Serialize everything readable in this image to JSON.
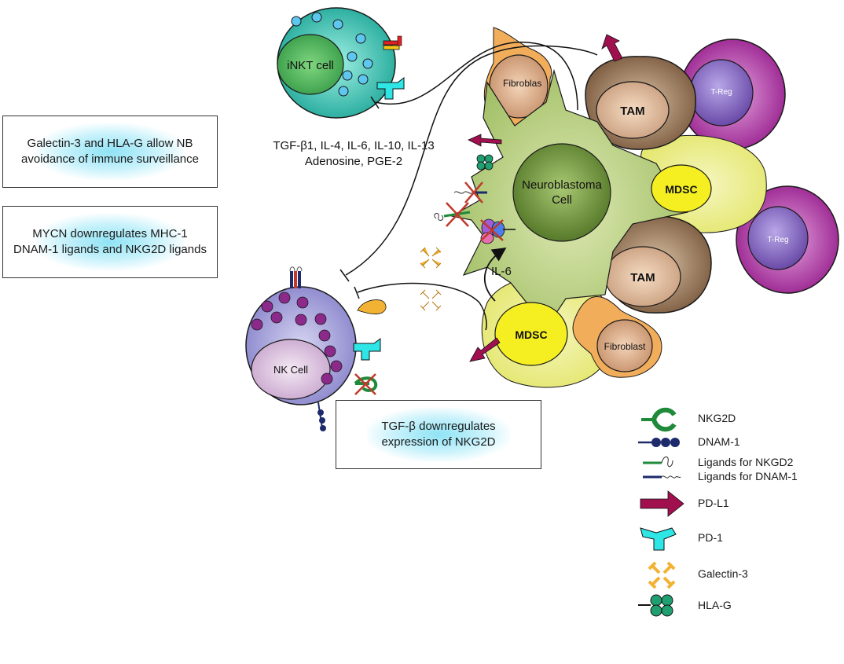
{
  "cells": {
    "inkt": "iNKT cell",
    "nk": "NK Cell",
    "neuroblastoma_line1": "Neuroblastoma",
    "neuroblastoma_line2": "Cell",
    "tam": "TAM",
    "treg": "T-Reg",
    "mdsc": "MDSC",
    "fibroblast_top": "Fibroblas",
    "fibroblast_bottom": "Fibroblast"
  },
  "cytokines": {
    "line1": "TGF-β1, IL-4, IL-6, IL-10, IL-13",
    "line2": "Adenosine, PGE-2"
  },
  "il6_label": "IL-6",
  "boxes": {
    "galectin": [
      "Galectin-3 and HLA-G allow NB",
      "avoidance of immune surveillance"
    ],
    "mycn": [
      "MYCN downregulates MHC-1",
      "DNAM-1 ligands and NKG2D ligands"
    ],
    "tgf": [
      "TGF-β downregulates",
      "expression of NKG2D"
    ]
  },
  "legend": [
    {
      "icon": "nkg2d-icon",
      "label": "NKG2D"
    },
    {
      "icon": "dnam1-icon",
      "label": "DNAM-1"
    },
    {
      "icon": "nkg2d-ligand-icon",
      "label": "Ligands for NKGD2"
    },
    {
      "icon": "dnam1-ligand-icon",
      "label": "Ligands for DNAM-1"
    },
    {
      "icon": "pdl1-arrow-icon",
      "label": "PD-L1"
    },
    {
      "icon": "pd1-icon",
      "label": "PD-1"
    },
    {
      "icon": "galectin3-icon",
      "label": "Galectin-3"
    },
    {
      "icon": "hlag-icon",
      "label": "HLA-G"
    }
  ],
  "colors": {
    "pdl1": "#a0104f",
    "pd1": "#2ee6e6",
    "nkg2d": "#1f8a3a",
    "dnam1": "#1d2a6b",
    "galectin": "#f2b233",
    "hlag": "#20a070",
    "neuroblastoma": "#a7c46a",
    "tam": "#8a6a4c",
    "treg": "#a0309a",
    "mdsc": "#f5ef22",
    "nk": "#9a97d6",
    "inkt": "#30c0b0"
  }
}
